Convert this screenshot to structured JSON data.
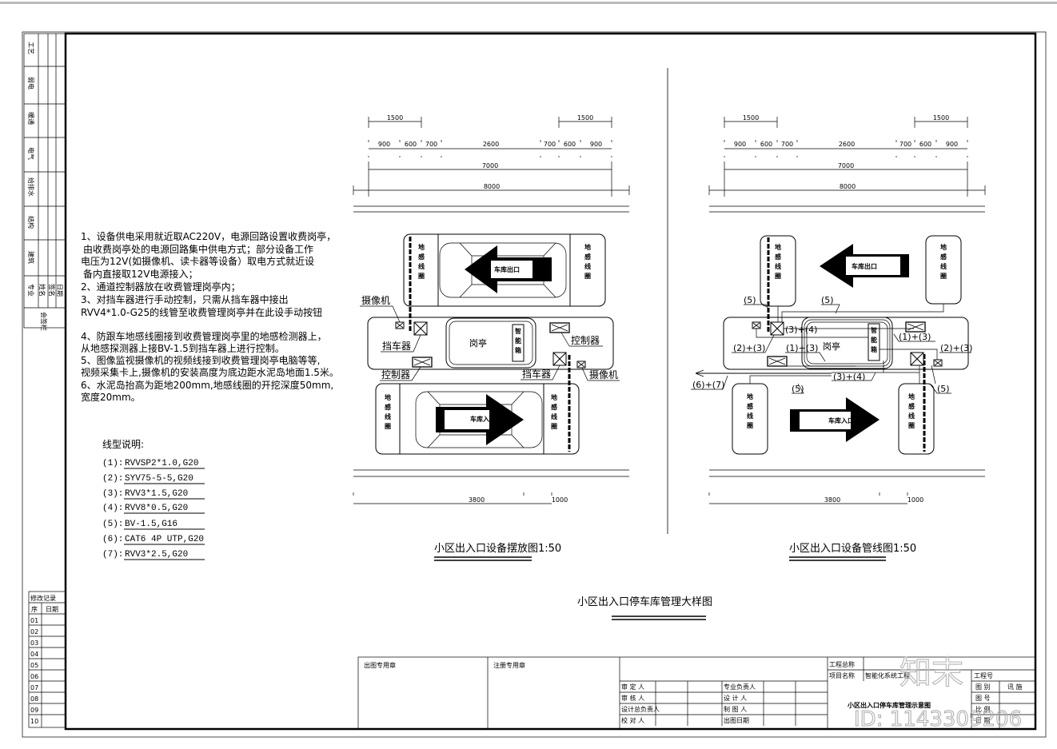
{
  "sign_column": {
    "disciplines": [
      "工艺",
      "弱电",
      "暖通",
      "电气",
      "给排水",
      "结构",
      "建筑"
    ],
    "header": [
      "专业",
      "姓名",
      "签名",
      "日期"
    ],
    "footer": "会签栏"
  },
  "revision": {
    "title": "修改记录",
    "col_no": "序",
    "col_date": "日期",
    "rows": [
      "01",
      "02",
      "03",
      "04",
      "05",
      "06",
      "07",
      "08",
      "09",
      "10"
    ]
  },
  "notes": [
    "1、设备供电采用就近取AC220V，电源回路设置收费岗亭，",
    "由收费岗亭处的电源回路集中供电方式；部分设备工作",
    "电压为12V(如摄像机、读卡器等设备）取电方式就近设",
    "备内直接取12V电源接入；",
    "2、通道控制器放在收费管理岗亭内；",
    "3、对挡车器进行手动控制，只需从挡车器中接出",
    "RVV4*1.0-G25的线管至收费管理岗亭并在此设手动按钮",
    "4、防跟车地感线圈接到收费管理岗亭里的地感检测器上，",
    "从地感探测器上接BV-1.5到挡车器上进行控制。",
    "5、图像监视摄像机的视频线接到收费管理岗亭电脑等等,",
    "视频采集卡上,摄像机的安装高度为底边距水泥岛地面1.5米。",
    "6、水泥岛抬高为距地200mm,地感线圈的开挖深度50mm,",
    "宽度20mm。"
  ],
  "cable_legend": {
    "title": "线型说明:",
    "items": [
      {
        "no": "(1):",
        "spec": "RVVSP2*1.0,G20"
      },
      {
        "no": "(2):",
        "spec": "SYV75-5-5,G20"
      },
      {
        "no": "(3):",
        "spec": "RVV3*1.5,G20"
      },
      {
        "no": "(4):",
        "spec": "RVV8*0.5,G20"
      },
      {
        "no": "(5):",
        "spec": "BV-1.5,G16"
      },
      {
        "no": "(6):",
        "spec": "CAT6 4P UTP,G20"
      },
      {
        "no": "(7):",
        "spec": "RVV3*2.5,G20"
      }
    ]
  },
  "dimensions": {
    "top_bracket": "1500",
    "segments": [
      "900",
      "600",
      "700",
      "2600",
      "700",
      "600",
      "900"
    ],
    "inner_total": "7000",
    "outer_total": "8000",
    "bottom": [
      "3800",
      "1000"
    ]
  },
  "labels": {
    "loop": "地感线圈",
    "booth": "岗亭",
    "smart_box": "智能箱",
    "exit": "车库出口",
    "entry": "车库入口",
    "camera": "摄像机",
    "barrier": "挡车器",
    "controller": "控制器"
  },
  "wiring_labels": {
    "w5": "(5)",
    "w34": "(3)+(4)",
    "w23": "(2)+(3)",
    "w13": "(1)+(3)",
    "w67": "(6)+(7)"
  },
  "titles": {
    "placement": "小区出入口设备摆放图1:50",
    "wiring": "小区出入口设备管线图1:50",
    "main": "小区出入口停车库管理大样图"
  },
  "title_block": {
    "stamp_output": "出图专用章",
    "stamp_register": "注册专用章",
    "project_general": "工程总称",
    "project_name": "项目名称",
    "project_name_value": "智能化系统工程",
    "project_no": "工程号",
    "approver": "审 定 人",
    "reviewer": "审 核 人",
    "design_lead": "设计总负责人",
    "checker": "校 对 人",
    "discipline_lead": "专业负责人",
    "designer": "设 计 人",
    "drafter": "制 图 人",
    "issue_date": "出图日期",
    "drawing_title": "小区出入口停车库管理示意图",
    "category": "图 别",
    "category_value": "讯 施",
    "drawing_no": "图 号",
    "scale": "比 例",
    "date": "日 期"
  },
  "watermark": {
    "brand": "知末",
    "id": "ID: 1143309206"
  }
}
